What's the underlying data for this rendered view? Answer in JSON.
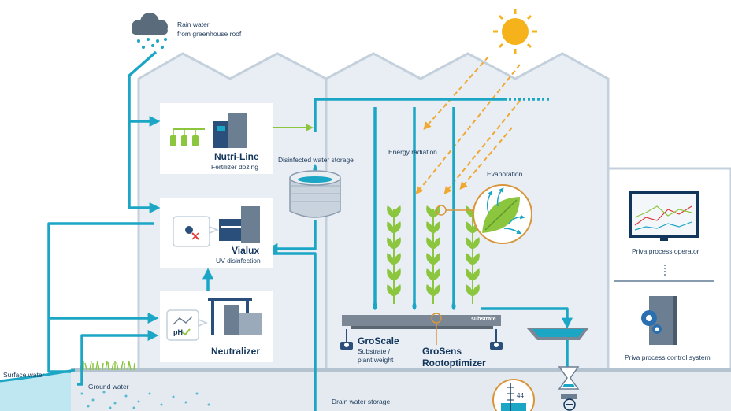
{
  "labels": {
    "rain_water": "Rain water",
    "rain_water_sub": "from greenhouse roof",
    "nutriline_title": "Nutri-Line",
    "nutriline_sub": "Fertilizer dozing",
    "vialux_title": "Vialux",
    "vialux_sub": "UV disinfection",
    "neutralizer_title": "Neutralizer",
    "ph": "pH",
    "disinfected_storage": "Disinfected water storage",
    "energy_radiation": "Energy radiation",
    "evaporation": "Evaporation",
    "substrate": "substrate",
    "groscale_title": "GroScale",
    "groscale_sub1": "Substrate /",
    "groscale_sub2": "plant weight",
    "grosens_title1": "GroSens",
    "grosens_title2": "Rootoptimizer",
    "process_operator": "Priva process operator",
    "process_control": "Priva process control system",
    "surface_water": "Surface water",
    "ground_water": "Ground water",
    "drain_storage": "Drain water storage",
    "gauge_value": "44"
  },
  "colors": {
    "pipe": "#1aa6c4",
    "navy": "#12355b",
    "greenhouse": "#e8eef4",
    "greenhouse_line": "#c4d0dc",
    "plant": "#8cc63f",
    "sun": "#f6b21a",
    "radiation": "#f0a830"
  },
  "icons": [
    "rain-cloud-icon",
    "sun-icon",
    "monitor-icon",
    "control-cabinet-icon",
    "scale-icon",
    "leaf-icon",
    "hourglass-icon",
    "checkmark-icon"
  ]
}
